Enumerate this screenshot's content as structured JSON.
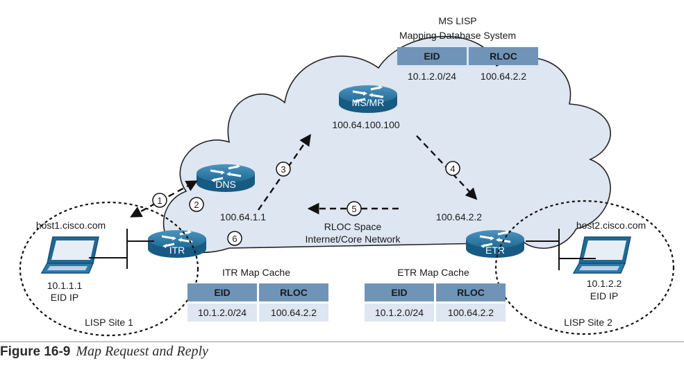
{
  "cloud": {
    "title_line1": "MS LISP",
    "title_line2": "Mapping Database System",
    "rloc_space_line1": "RLOC Space",
    "rloc_space_line2": "Internet/Core Network"
  },
  "routers": {
    "msmr": {
      "label": "MS/MR",
      "address": "100.64.100.100"
    },
    "dns": {
      "label": "DNS"
    },
    "itr": {
      "label": "ITR",
      "address": "100.64.1.1"
    },
    "etr": {
      "label": "ETR",
      "address": "100.64.2.2"
    }
  },
  "steps": [
    "1",
    "2",
    "3",
    "4",
    "5",
    "6"
  ],
  "tables": {
    "ms": {
      "headers": [
        "EID",
        "RLOC"
      ],
      "rows": [
        [
          "10.1.2.0/24",
          "100.64.2.2"
        ]
      ]
    },
    "itr_cache": {
      "title": "ITR Map Cache",
      "headers": [
        "EID",
        "RLOC"
      ],
      "rows": [
        [
          "10.1.2.0/24",
          "100.64.2.2"
        ]
      ]
    },
    "etr_cache": {
      "title": "ETR Map Cache",
      "headers": [
        "EID",
        "RLOC"
      ],
      "rows": [
        [
          "10.1.2.0/24",
          "100.64.2.2"
        ]
      ]
    }
  },
  "site1": {
    "host": "host1.cisco.com",
    "ip": "10.1.1.1",
    "ip_label": "EID IP",
    "site": "LISP Site 1"
  },
  "site2": {
    "host": "host2.cisco.com",
    "ip": "10.1.2.2",
    "ip_label": "EID IP",
    "site": "LISP Site 2"
  },
  "caption": {
    "figure": "Figure 16-9",
    "title": "Map Request and Reply"
  },
  "colors": {
    "cloud_fill": "#dde6f1",
    "table_header": "#6f94b8",
    "table_cell": "#dde6f1",
    "router_fill": "#1f6a96"
  }
}
